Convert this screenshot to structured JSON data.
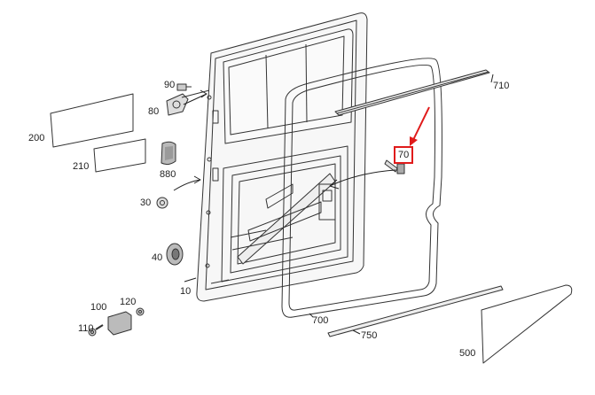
{
  "callouts": {
    "p10": "10",
    "p30": "30",
    "p40": "40",
    "p70": "70",
    "p80": "80",
    "p90": "90",
    "p100": "100",
    "p110": "110",
    "p120": "120",
    "p200": "200",
    "p210": "210",
    "p500": "500",
    "p700": "700",
    "p710": "710",
    "p750": "750",
    "p880": "880"
  },
  "highlight": {
    "part": "70",
    "color": "#e01b1b"
  },
  "colors": {
    "line": "#333333",
    "fill_light": "#f4f4f4",
    "fill_mid": "#dddddd",
    "accent_red": "#e01b1b"
  }
}
